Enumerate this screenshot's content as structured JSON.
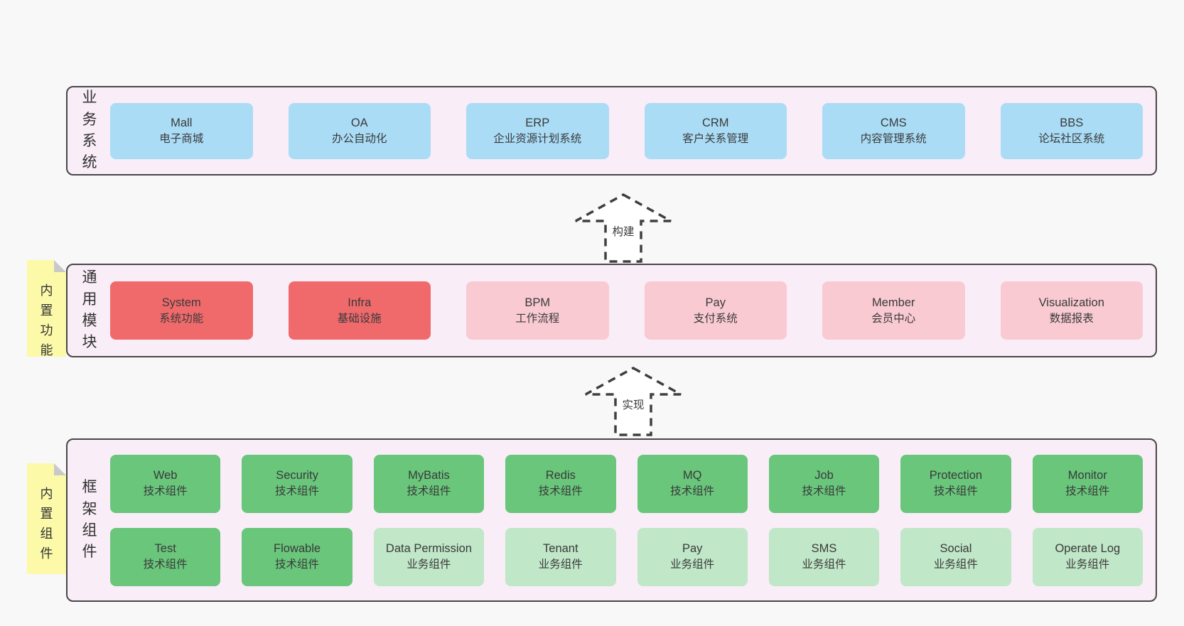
{
  "colors": {
    "page_bg": "#f8f8f8",
    "band_bg": "#f9edf7",
    "band_border": "#474747",
    "blue": "#aadcf6",
    "red": "#f06a6c",
    "pink": "#facad3",
    "green": "#69c67b",
    "green_light": "#c0e7c7",
    "note_yellow": "#fcfaa9",
    "note_fold_gray": "#c9c9c9",
    "text": "#3a3a3a"
  },
  "bands": {
    "business": {
      "label": "业务系统",
      "items": [
        {
          "title": "Mall",
          "subtitle": "电子商城"
        },
        {
          "title": "OA",
          "subtitle": "办公自动化"
        },
        {
          "title": "ERP",
          "subtitle": "企业资源计划系统"
        },
        {
          "title": "CRM",
          "subtitle": "客户关系管理"
        },
        {
          "title": "CMS",
          "subtitle": "内容管理系统"
        },
        {
          "title": "BBS",
          "subtitle": "论坛社区系统"
        }
      ]
    },
    "modules": {
      "label": "通用模块",
      "note": "内置功能",
      "items": [
        {
          "title": "System",
          "subtitle": "系统功能"
        },
        {
          "title": "Infra",
          "subtitle": "基础设施"
        },
        {
          "title": "BPM",
          "subtitle": "工作流程"
        },
        {
          "title": "Pay",
          "subtitle": "支付系统"
        },
        {
          "title": "Member",
          "subtitle": "会员中心"
        },
        {
          "title": "Visualization",
          "subtitle": "数据报表"
        }
      ]
    },
    "framework": {
      "label": "框架组件",
      "note": "内置组件",
      "row1": [
        {
          "title": "Web",
          "subtitle": "技术组件"
        },
        {
          "title": "Security",
          "subtitle": "技术组件"
        },
        {
          "title": "MyBatis",
          "subtitle": "技术组件"
        },
        {
          "title": "Redis",
          "subtitle": "技术组件"
        },
        {
          "title": "MQ",
          "subtitle": "技术组件"
        },
        {
          "title": "Job",
          "subtitle": "技术组件"
        },
        {
          "title": "Protection",
          "subtitle": "技术组件"
        },
        {
          "title": "Monitor",
          "subtitle": "技术组件"
        }
      ],
      "row2": [
        {
          "title": "Test",
          "subtitle": "技术组件"
        },
        {
          "title": "Flowable",
          "subtitle": "技术组件"
        },
        {
          "title": "Data Permission",
          "subtitle": "业务组件"
        },
        {
          "title": "Tenant",
          "subtitle": "业务组件"
        },
        {
          "title": "Pay",
          "subtitle": "业务组件"
        },
        {
          "title": "SMS",
          "subtitle": "业务组件"
        },
        {
          "title": "Social",
          "subtitle": "业务组件"
        },
        {
          "title": "Operate Log",
          "subtitle": "业务组件"
        }
      ]
    }
  },
  "arrows": [
    {
      "label": "构建"
    },
    {
      "label": "实现"
    }
  ]
}
